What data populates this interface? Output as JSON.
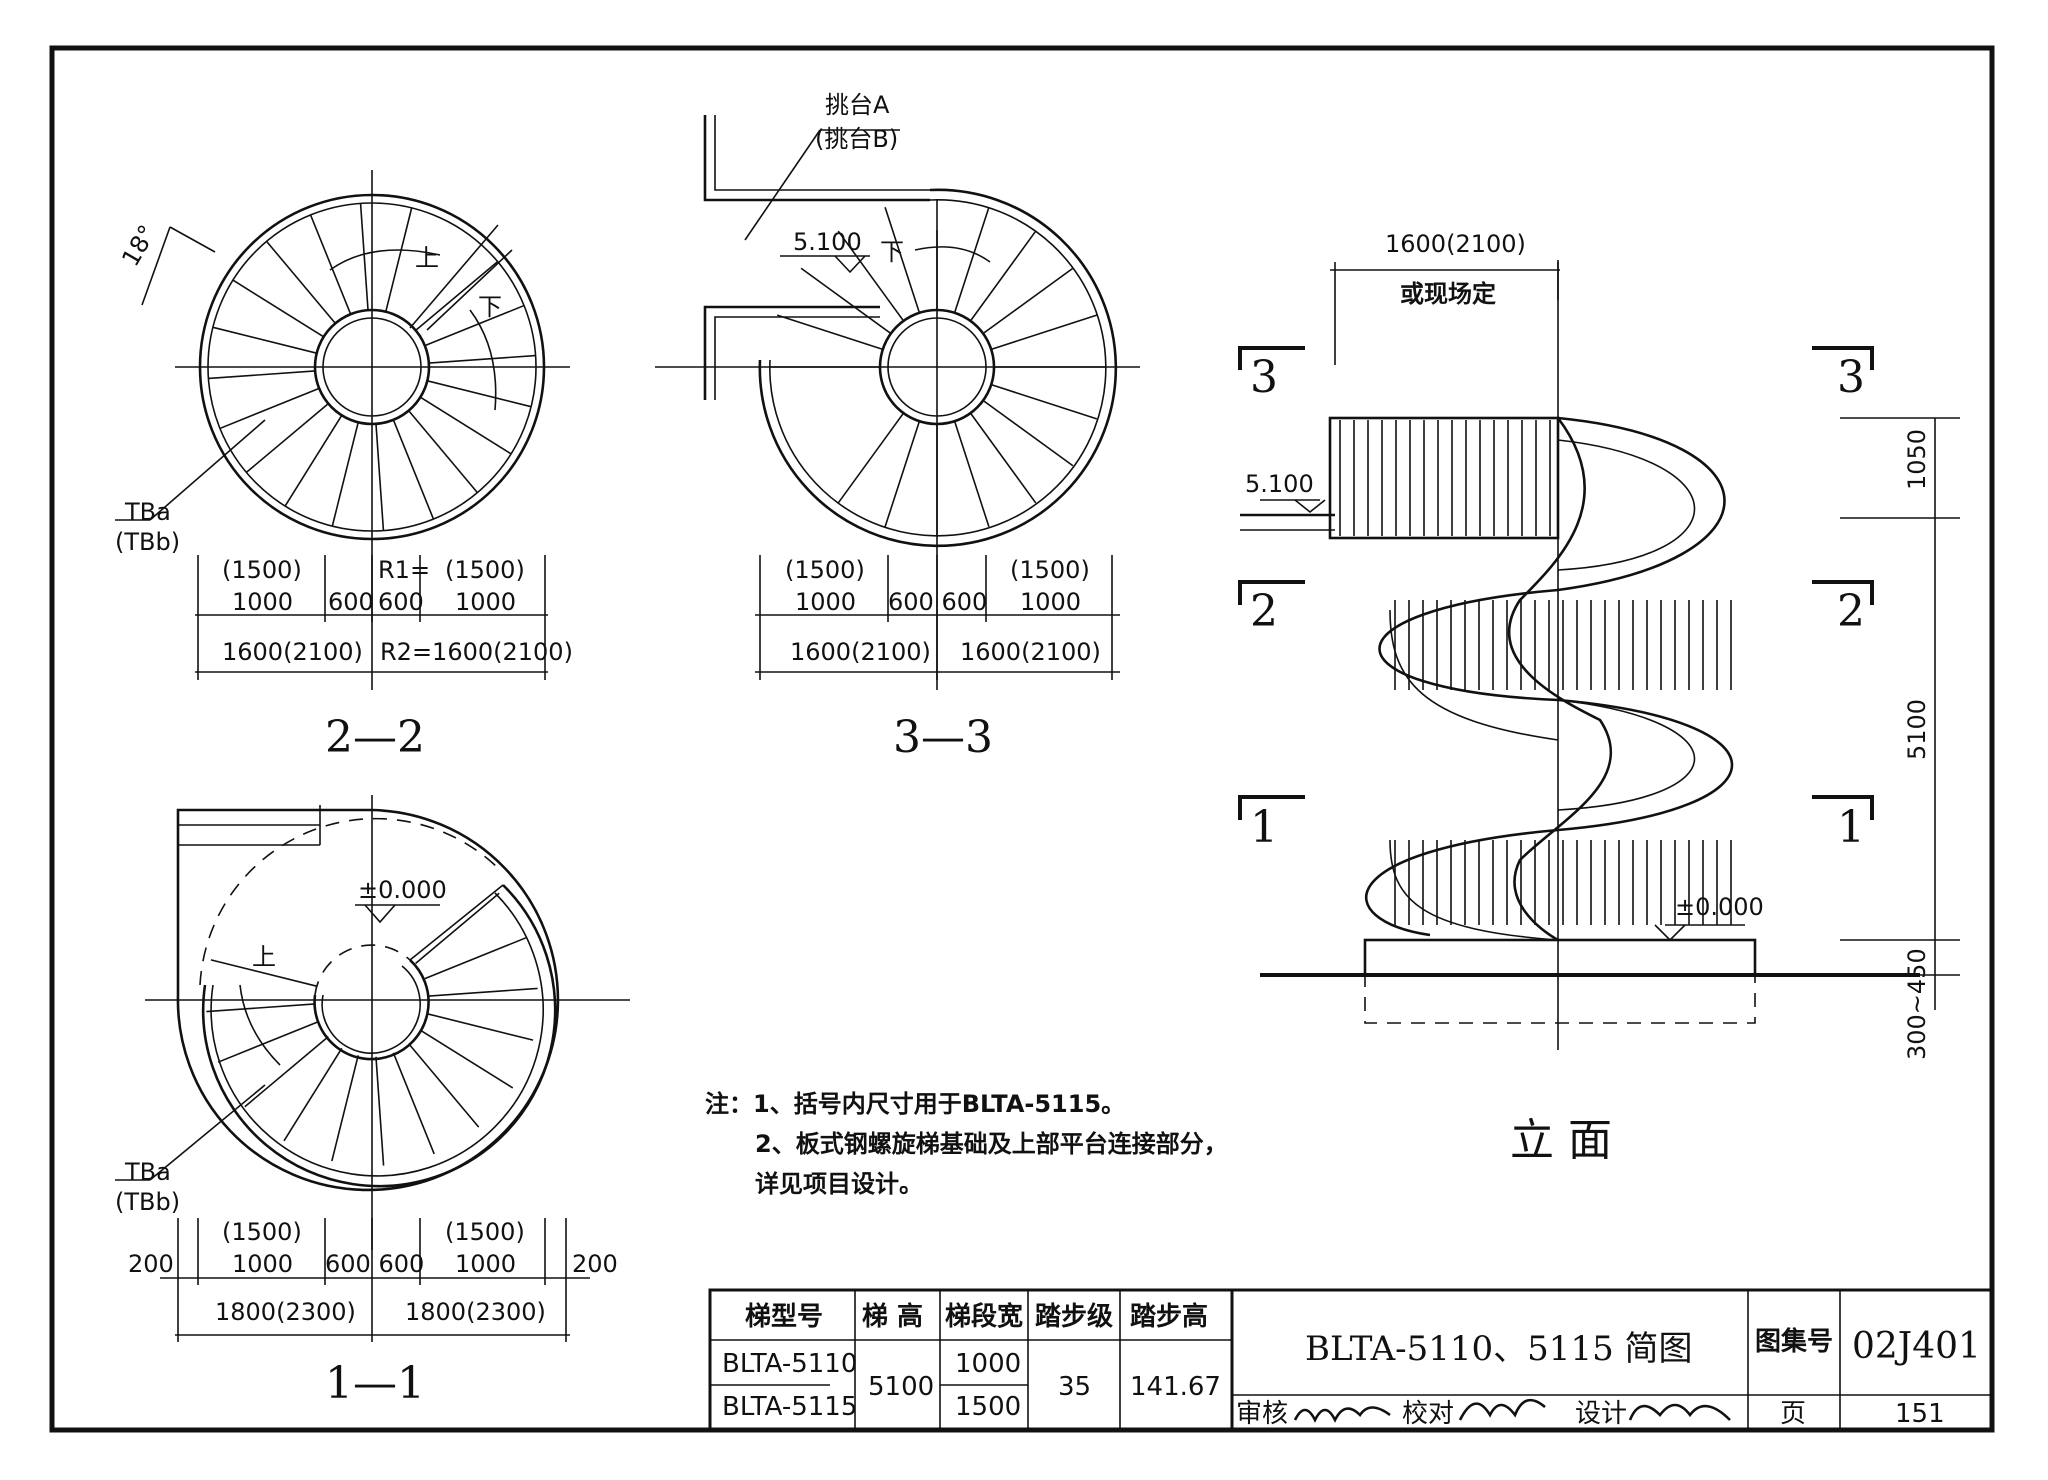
{
  "sections": {
    "s22": "2—2",
    "s33": "3—3",
    "s11": "1—1",
    "elevation": "立  面",
    "cut1": "1",
    "cut2": "2",
    "cut3": "3"
  },
  "labels": {
    "angle": "18°",
    "up": "上",
    "down": "下",
    "tba": "TBa",
    "tbb": "(TBb)",
    "landing_a": "挑台A",
    "landing_b": "(挑台B)",
    "elev_5100": "5.100",
    "elev_000": "±0.000",
    "width_top": "1600(2100)",
    "or_site": "或现场定",
    "h1050": "1050",
    "h5100": "5100",
    "h300": "300~450"
  },
  "dims": {
    "d1500": "(1500)",
    "d1000": "1000",
    "d600": "600",
    "r1": "R1=",
    "d1600": "1600(2100)",
    "r2": "R2=1600(2100)",
    "d200": "200",
    "d1800": "1800(2300)",
    "d600_600": "600 600"
  },
  "notes": {
    "n1": "注：1、括号内尺寸用于BLTA-5115。",
    "n2": "2、板式钢螺旋梯基础及上部平台连接部分，",
    "n3": "详见项目设计。"
  },
  "table": {
    "headers": [
      "梯型号",
      "梯 高",
      "梯段宽",
      "踏步级",
      "踏步高"
    ],
    "rows": [
      [
        "BLTA-5110",
        "5100",
        "1000",
        "35",
        "141.67"
      ],
      [
        "BLTA-5115",
        "5100",
        "1500",
        "35",
        "141.67"
      ]
    ]
  },
  "title_block": {
    "title": "BLTA-5110、5115 简图",
    "atlas_label": "图集号",
    "atlas_no": "02J401",
    "review": "审核",
    "check": "校对",
    "design": "设计",
    "page_label": "页",
    "page_no": "151"
  }
}
